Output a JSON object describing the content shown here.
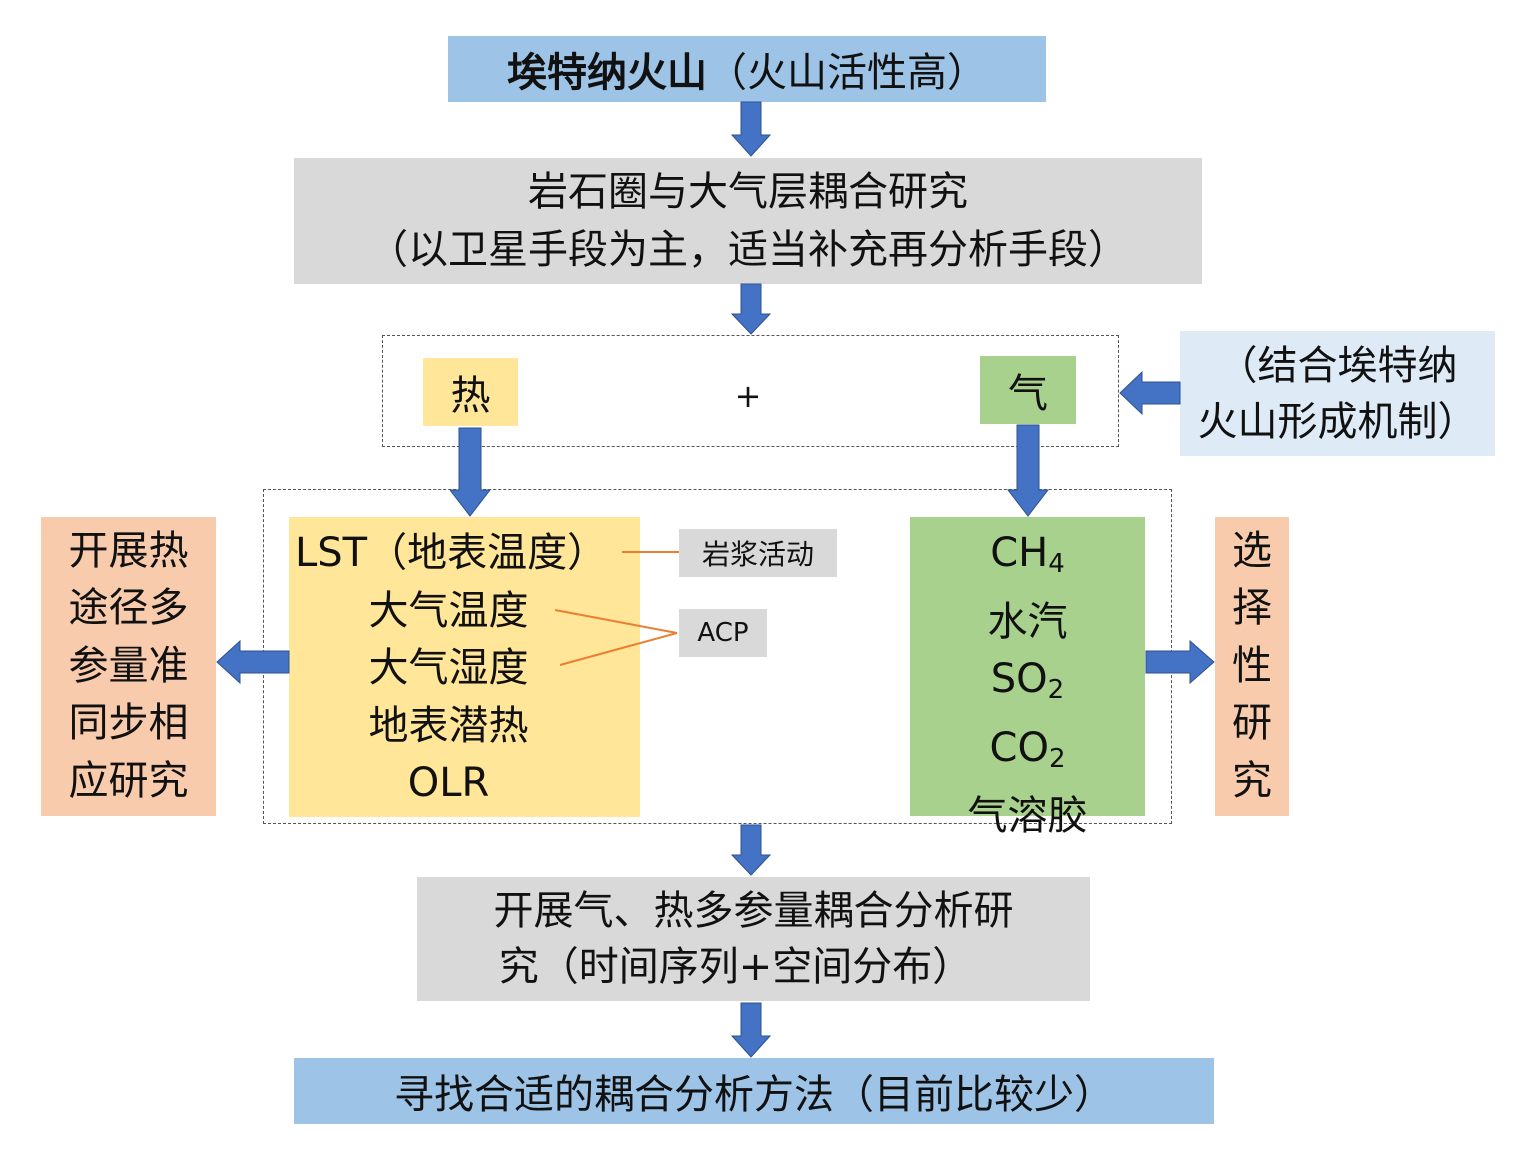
{
  "colors": {
    "arrow": "#4472c4",
    "connector": "#ed7d31",
    "blue_box": "#9dc3e6",
    "gray_box": "#d9d9d9",
    "yellow_box": "#ffe699",
    "green_box": "#a9d18e",
    "orange_box": "#f8cbad",
    "light_blue_box": "#deebf7"
  },
  "top": {
    "bold": "埃特纳火山",
    "rest": "（火山活性高）"
  },
  "coupling": {
    "line1": "岩石圈与大气层耦合研究",
    "line2": "（以卫星手段为主，适当补充再分析手段）"
  },
  "heat_label": "热",
  "plus_label": "+",
  "gas_label": "气",
  "mechanism": {
    "line1": "（结合埃特纳",
    "line2": "火山形成机制）"
  },
  "heat_params": {
    "lst": "LST（地表温度）",
    "air_temp": "大气温度",
    "air_humidity": "大气湿度",
    "latent_heat": "地表潜热",
    "olr": "OLR"
  },
  "magma_tag": "岩浆活动",
  "acp_tag": "ACP",
  "gas_params": {
    "ch4_base": "CH",
    "ch4_sub": "4",
    "water_vapor": "水汽",
    "so2_base": "SO",
    "so2_sub": "2",
    "co2_base": "CO",
    "co2_sub": "2",
    "aerosol": "气溶胶"
  },
  "left_side": [
    "开展热",
    "途径多",
    "参量准",
    "同步相",
    "应研究"
  ],
  "right_side": [
    "选",
    "择",
    "性",
    "研",
    "究"
  ],
  "analysis": {
    "line1": "开展气、热多参量耦合分析研",
    "line2": "究（时间序列+空间分布）"
  },
  "bottom": "寻找合适的耦合分析方法（目前比较少）"
}
